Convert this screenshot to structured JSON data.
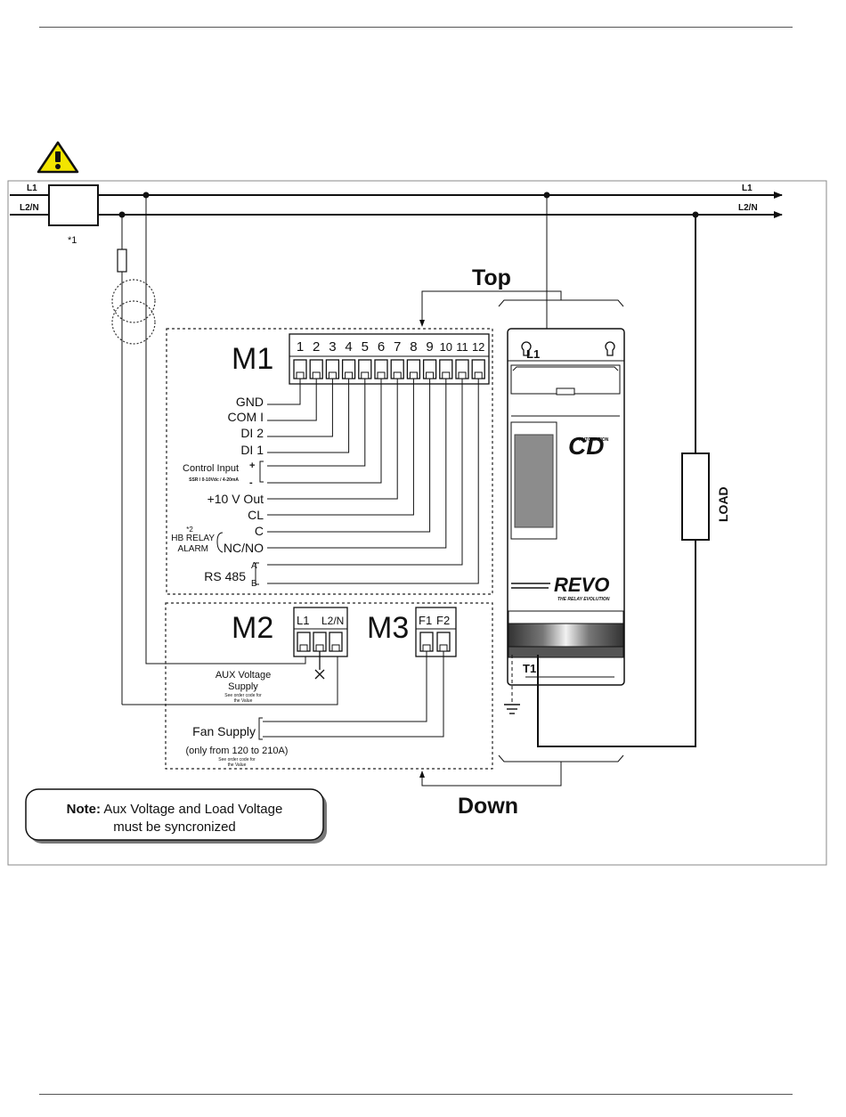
{
  "lines": {
    "l1_left": "L1",
    "l2n_left": "L2/N",
    "l1_right": "L1",
    "l2n_right": "L2/N",
    "star1": "*1"
  },
  "orientation": {
    "top": "Top",
    "down": "Down"
  },
  "m1": {
    "title": "M1",
    "terminals": [
      "1",
      "2",
      "3",
      "4",
      "5",
      "6",
      "7",
      "8",
      "9",
      "10",
      "11",
      "12"
    ],
    "labels": {
      "gnd": "GND",
      "com": "COM I",
      "di2": "DI 2",
      "di1": "DI 1",
      "control_input": "Control Input",
      "control_sub": "SSR / 0-10Vdc / 4-20mA",
      "plus": "+",
      "minus": "-",
      "v10": "+10 V Out",
      "cl": "CL",
      "star2": "*2",
      "hb_relay": "HB RELAY",
      "alarm": "ALARM",
      "c": "C",
      "ncno": "NC/NO",
      "rs485": "RS 485",
      "a": "A",
      "b": "B"
    }
  },
  "m2": {
    "title": "M2",
    "terminal_l1": "L1",
    "terminal_l2n": "L2/N",
    "aux1": "AUX Voltage",
    "aux2": "Supply",
    "aux_note1": "See order code for",
    "aux_note2": "the Value"
  },
  "m3": {
    "title": "M3",
    "terminal_f1": "F1",
    "terminal_f2": "F2",
    "fan": "Fan Supply",
    "fan_range": "(only from 120 to 210A)",
    "fan_note1": "See order code for",
    "fan_note2": "the Value"
  },
  "device": {
    "l1": "L1",
    "t1": "T1",
    "brand_cd": "CD",
    "brand_automation": "AUTOMATION",
    "revo": "REVO",
    "revo_tag": "THE RELAY EVOLUTION"
  },
  "load": "LOAD",
  "note": {
    "bold": "Note:",
    "line1": " Aux Voltage and Load Voltage",
    "line2": "must be syncronized"
  },
  "colors": {
    "warning_yellow": "#f2e500",
    "device_gray": "#8c8c8c"
  }
}
